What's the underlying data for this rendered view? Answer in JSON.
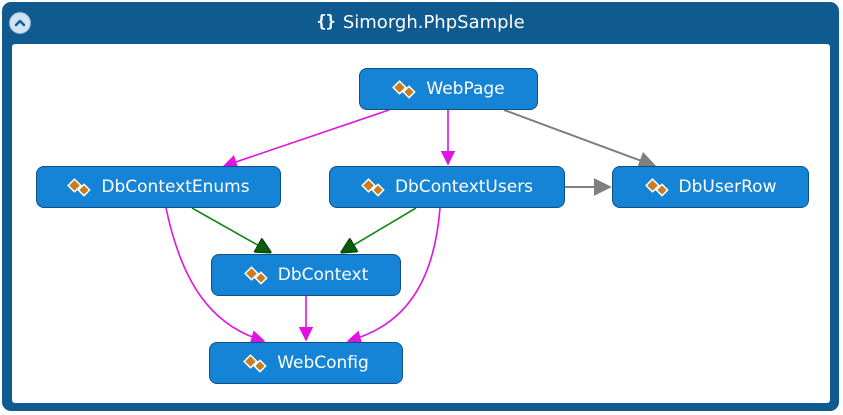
{
  "window": {
    "title": "Simorgh.PhpSample",
    "namespace_glyph": "{}",
    "frame_color": "#0f5a8f",
    "node_color": "#1583d6"
  },
  "icons": {
    "collapse": "chevron-up-icon",
    "namespace": "braces-icon",
    "class": "class-icon"
  },
  "nodes": [
    {
      "id": "webpage",
      "label": "WebPage"
    },
    {
      "id": "dbcontextenums",
      "label": "DbContextEnums"
    },
    {
      "id": "dbcontextusers",
      "label": "DbContextUsers"
    },
    {
      "id": "dbuserrow",
      "label": "DbUserRow"
    },
    {
      "id": "dbcontext",
      "label": "DbContext"
    },
    {
      "id": "webconfig",
      "label": "WebConfig"
    }
  ],
  "edge_colors": {
    "dependency": "#e014e0",
    "inheritance": "#138a13",
    "association": "#7f7f7f"
  }
}
